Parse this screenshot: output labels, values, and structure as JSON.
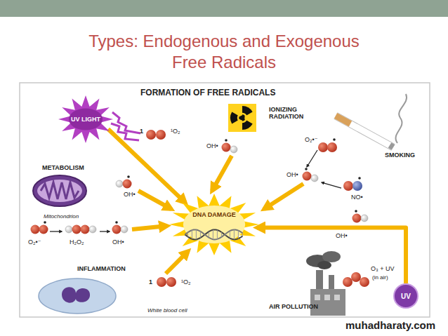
{
  "diagram": {
    "title": "Types: Endogenous and Exogenous Free Radicals",
    "nodes": [
      {
        "text": [
          "UV LIGHT"
        ]
      },
      {
        "text": [
          "DNA DAMAGE"
        ]
      },
      {
        "text": [
          "UV"
        ]
      }
    ],
    "edges": [
      {
        "from": 0,
        "to": 1,
        "arrow": "to"
      },
      {
        "from": 2,
        "to": 1,
        "arrow": "to"
      }
    ],
    "labels": [
      "FORMATION OF FREE RADICALS",
      "1",
      "¹O₂",
      "IONIZING RADIATION",
      "SMOKING",
      "OH•",
      "O₂•⁻",
      "OH•",
      "NO•",
      "METABOLISM",
      "Mitochondrion",
      "OH•",
      "O₂•⁻",
      "H₂O₂",
      "OH•",
      "OH•",
      "INFLAMMATION",
      "1",
      "¹O₂",
      "White blood cell",
      "O₃ + UV",
      "(in air)",
      "AIR POLLUTION",
      "muhadharaty.com"
    ]
  }
}
